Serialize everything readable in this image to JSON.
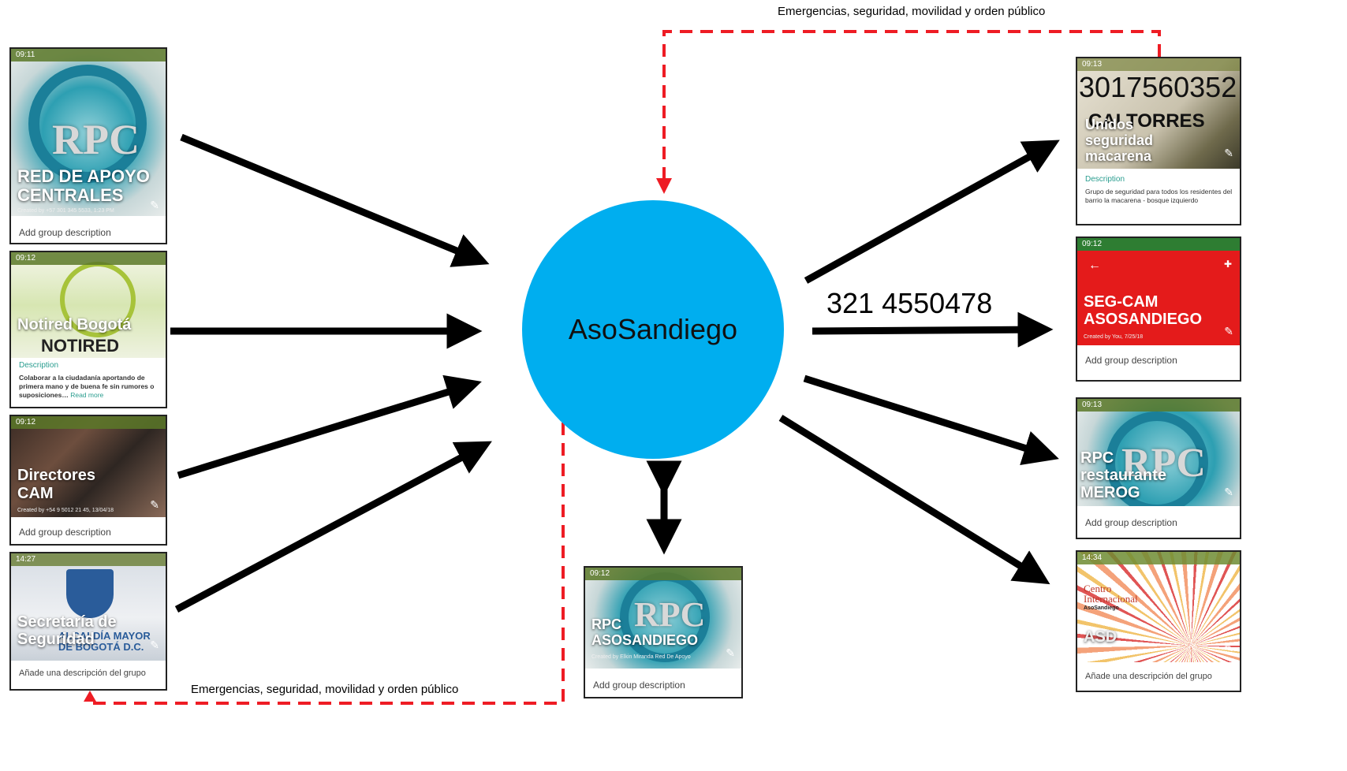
{
  "hub": {
    "label": "AsoSandiego"
  },
  "phone_label": "321 4550478",
  "dashed_labels": {
    "top": "Emergencias, seguridad, movilidad y orden público",
    "bottom": "Emergencias, seguridad, movilidad y orden público"
  },
  "colors": {
    "hub": "#00aeef",
    "dashed": "#ee1c24",
    "arrow": "#000000"
  },
  "left_cards": [
    {
      "time": "09:11",
      "title_line1": "RED DE APOYO",
      "title_line2": "CENTRALES",
      "logo": "RPC",
      "created": "Created by +57 301 345 5533, 1:23 PM",
      "add": "Add group description"
    },
    {
      "time": "09:12",
      "title_line1": "Notired Bogotá",
      "logo": "NOTIRED",
      "desc_label": "Description",
      "desc_text": "Colaborar a la ciudadanía aportando de primera mano y de buena fe sin rumores o suposiciones…",
      "read_more": "Read more"
    },
    {
      "time": "09:12",
      "title_line1": "Directores",
      "title_line2": "CAM",
      "created": "Created by +54 9 5012 21 45, 13/04/18",
      "add": "Add group description"
    },
    {
      "time": "14:27",
      "title_line1": "Secretaría de",
      "title_line2": "Seguridad",
      "logo": "ALCALDÍA MAYOR DE BOGOTÁ D.C.",
      "add": "Añade una descripción del grupo"
    }
  ],
  "bottom_card": {
    "time": "09:12",
    "title_line1": "RPC",
    "title_line2": "ASOSANDIEGO",
    "logo": "RPC",
    "created": "Created by Elkin Miranda Red De Apoyo",
    "add": "Add group description"
  },
  "right_cards": [
    {
      "time": "09:13",
      "title_line0": "3017560352",
      "title_line1": "CAI TORRES",
      "title_line2": "Unidos seguridad macarena",
      "desc_label": "Description",
      "desc_text": "Grupo de seguridad para todos los residentes del barrio la macarena - bosque izquierdo"
    },
    {
      "time": "09:12",
      "title_line1": "SEG-CAM",
      "title_line2": "ASOSANDIEGO",
      "created": "Created by You, 7/25/18",
      "add": "Add group description"
    },
    {
      "time": "09:13",
      "title_line1": "RPC",
      "title_line2": "restaurante",
      "title_line3": "MEROG",
      "logo": "RPC",
      "add": "Add group description"
    },
    {
      "time": "14:34",
      "title_line1": "Centro Internacional",
      "title_line2": "AsoSandiego",
      "title_line3": "ASD",
      "add": "Añade una descripción del grupo"
    }
  ]
}
